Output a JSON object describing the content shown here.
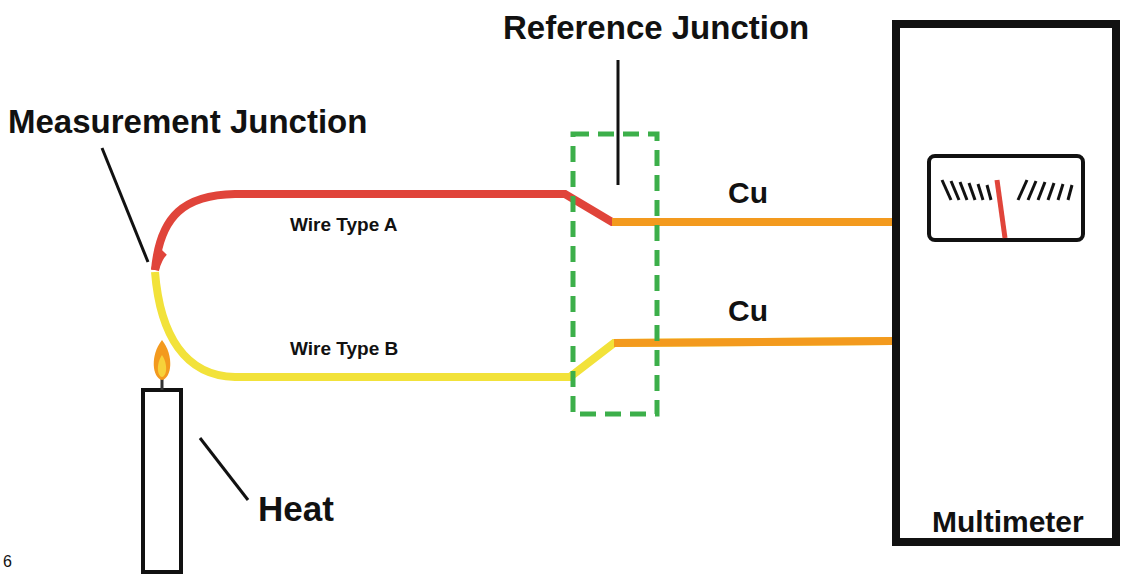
{
  "diagram": {
    "labels": [
      "Reference Junction",
      "Measurement Junction",
      "Cu",
      "Wire Type A",
      "Cu",
      "Wire Type B",
      "Heat",
      "Multimeter",
      "6"
    ]
  }
}
